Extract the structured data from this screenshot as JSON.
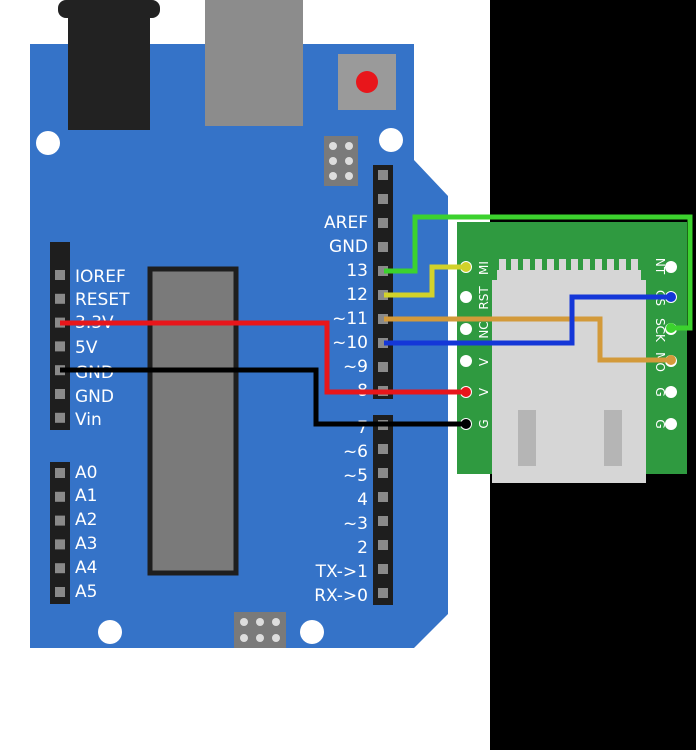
{
  "colors": {
    "board": "#3573c8",
    "board_edge": "#2b61b0",
    "header": "#1e1e1e",
    "chip": "#7a7a7a",
    "usb": "#8c8c8c",
    "jack": "#222222",
    "reset_button": "#e8161b",
    "module_pcb": "#2f9a40",
    "module_shield": "#d6d6d6",
    "wire_green": "#3cd22e",
    "wire_yellow": "#d2d22a",
    "wire_orange": "#d39a3a",
    "wire_blue": "#1437d8",
    "wire_red": "#e8161b",
    "wire_black": "#000000",
    "background_right": "#000000"
  },
  "arduino": {
    "left_power_labels": [
      "IOREF",
      "RESET",
      "3.3V",
      "5V",
      "GND",
      "GND",
      "Vin"
    ],
    "left_analog_labels": [
      "A0",
      "A1",
      "A2",
      "A3",
      "A4",
      "A5"
    ],
    "right_upper_labels": [
      "AREF",
      "GND",
      "13",
      "12",
      "~11",
      "~10",
      "~9",
      "8"
    ],
    "right_lower_labels": [
      "7",
      "~6",
      "~5",
      "4",
      "~3",
      "2",
      "TX->1",
      "RX->0"
    ]
  },
  "module": {
    "left_pins": [
      "MI",
      "RST",
      "NC",
      "V",
      "V",
      "G"
    ],
    "right_pins": [
      "NT",
      "CS",
      "SCK",
      "MO",
      "G",
      "G"
    ]
  }
}
